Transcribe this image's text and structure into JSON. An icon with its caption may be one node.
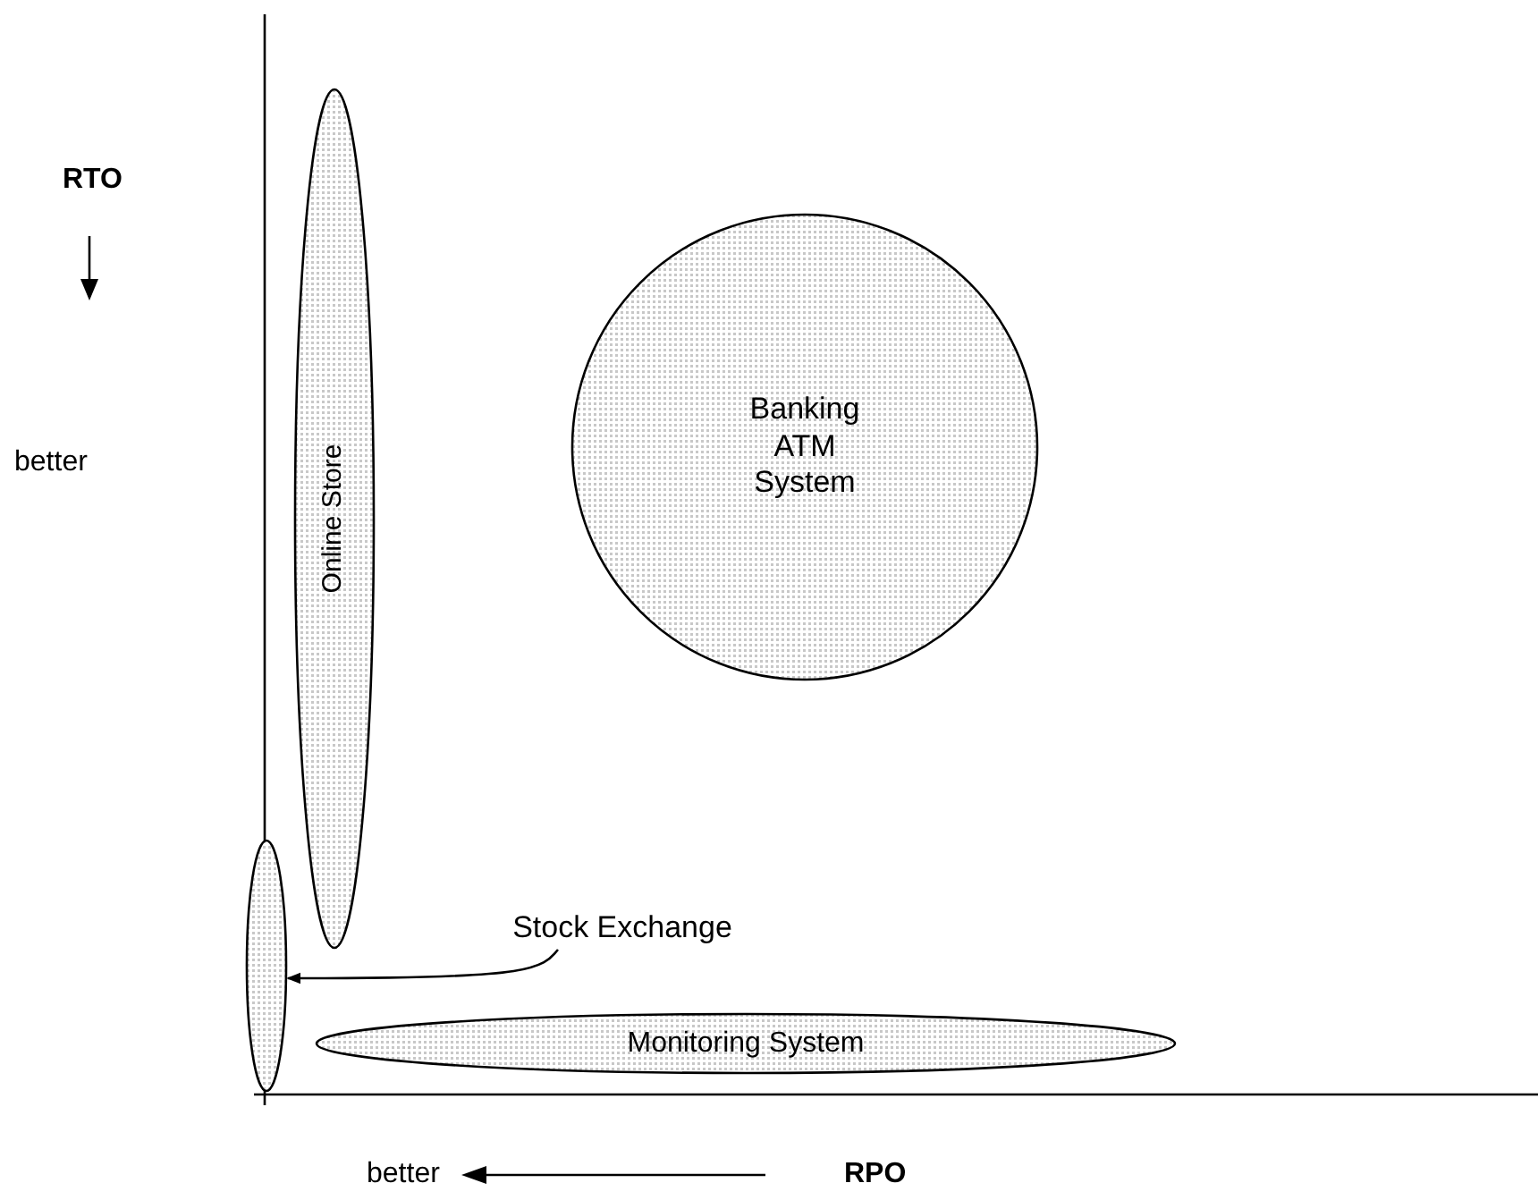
{
  "diagram": {
    "nodes": [
      {
        "text": [
          "Online Store"
        ]
      },
      {
        "text": [
          "Banking ATM System"
        ]
      },
      {
        "text": [
          "Stock Exchange"
        ]
      },
      {
        "text": [],
        "shape": "ellipse"
      },
      {
        "text": [
          "Monitoring System"
        ]
      }
    ],
    "edges": [
      {
        "from": 2,
        "to": 3,
        "arrow": "to"
      }
    ],
    "labels": [
      "RTO",
      "better",
      "better",
      "RPO"
    ]
  }
}
